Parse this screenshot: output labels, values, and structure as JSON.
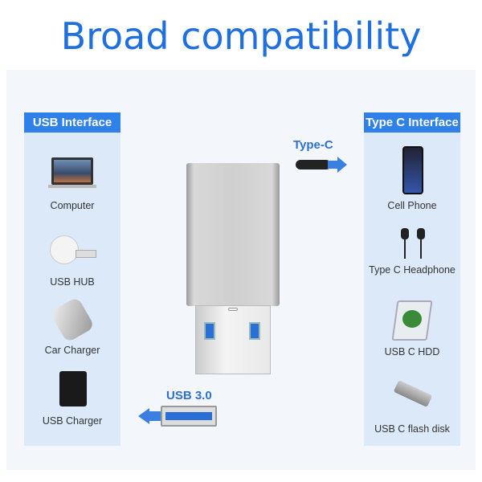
{
  "title": "Broad compatibility",
  "left": {
    "header": "USB Interface",
    "items": [
      {
        "label": "Computer",
        "icon": "laptop-icon"
      },
      {
        "label": "USB HUB",
        "icon": "usb-hub-icon"
      },
      {
        "label": "Car Charger",
        "icon": "car-charger-icon"
      },
      {
        "label": "USB Charger",
        "icon": "usb-charger-icon"
      }
    ]
  },
  "right": {
    "header": "Type C Interface",
    "items": [
      {
        "label": "Cell Phone",
        "icon": "phone-icon"
      },
      {
        "label": "Type C Headphone",
        "icon": "headphone-icon"
      },
      {
        "label": "USB C HDD",
        "icon": "hdd-icon"
      },
      {
        "label": "USB C flash disk",
        "icon": "flash-disk-icon"
      }
    ]
  },
  "typec_label": "Type-C",
  "usb_label": "USB 3.0",
  "colors": {
    "accent": "#2f80e8",
    "title": "#1f6fe0"
  }
}
